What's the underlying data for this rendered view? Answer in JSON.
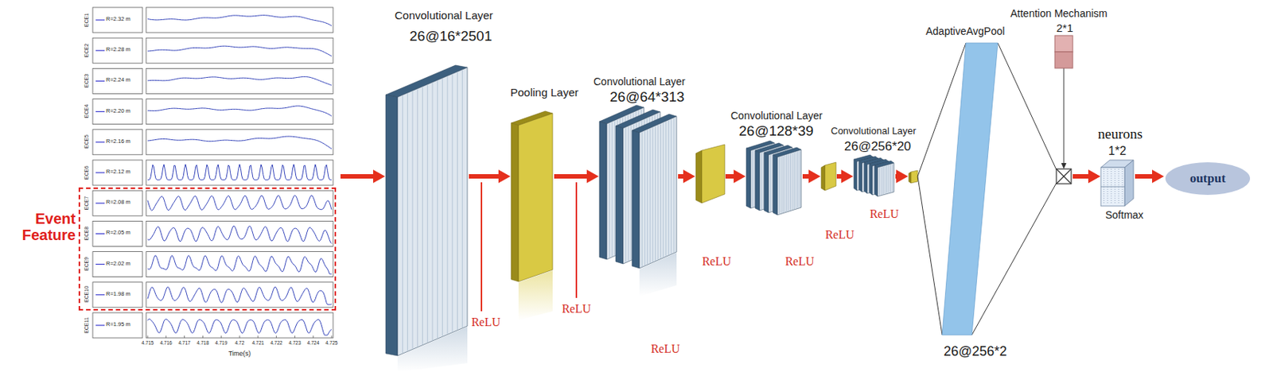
{
  "diagram": {
    "nodes": [
      {
        "text": [
          "Time(s)"
        ]
      },
      {
        "text": [
          "Event Feature"
        ],
        "in": 0
      },
      {
        "text": [
          "Convolutional Layer",
          "26@16*2501"
        ]
      },
      {
        "text": [
          "Pooling Layer"
        ]
      },
      {
        "text": [
          "Convolutional Layer",
          "26@64*313"
        ]
      },
      {
        "text": [
          "Convolutional Layer",
          "26@128*39"
        ]
      },
      {
        "text": [
          "Convolutional Layer",
          "26@256*20"
        ]
      },
      {
        "text": [
          "AdaptiveAvgPool",
          "26@256*2"
        ]
      },
      {
        "text": [
          "Attention Mechanism",
          "2*1"
        ]
      },
      {
        "text": [
          "neurons",
          "1*2",
          "Softmax"
        ]
      },
      {
        "text": [
          "output"
        ]
      }
    ],
    "edges": [
      {
        "from": 0,
        "to": 2,
        "arrow": "to"
      },
      {
        "from": 2,
        "to": 3,
        "arrow": "to"
      },
      {
        "from": 3,
        "to": 4,
        "arrow": "to"
      },
      {
        "from": 4,
        "to": 5,
        "arrow": "to"
      },
      {
        "from": 5,
        "to": 6,
        "arrow": "to"
      },
      {
        "from": 6,
        "to": 7,
        "arrow": "to"
      },
      {
        "from": 7,
        "to": 9,
        "arrow": "to"
      },
      {
        "from": 8,
        "to": 9,
        "arrow": "to"
      },
      {
        "from": 9,
        "to": 10,
        "arrow": "to"
      }
    ],
    "labels": [
      "ECE1",
      "R=2.32 m",
      "ECE2",
      "R=2.28 m",
      "ECE3",
      "R=2.24 m",
      "ECE4",
      "R=2.20 m",
      "ECE5",
      "R=2.16 m",
      "ECE6",
      "R=2.12 m",
      "ECE7",
      "R=2.08 m",
      "ECE8",
      "R=2.05 m",
      "ECE9",
      "R=2.02 m",
      "ECE10",
      "R=1.98 m",
      "ECE11",
      "R=1.95 m",
      "4.715",
      "4.716",
      "4.717",
      "4.718",
      "4.719",
      "4.72",
      "4.721",
      "4.722",
      "4.723",
      "4.724",
      "4.725",
      "ReLU",
      "ReLU",
      "ReLU",
      "ReLU",
      "ReLU",
      "ReLU",
      "ReLU"
    ]
  }
}
